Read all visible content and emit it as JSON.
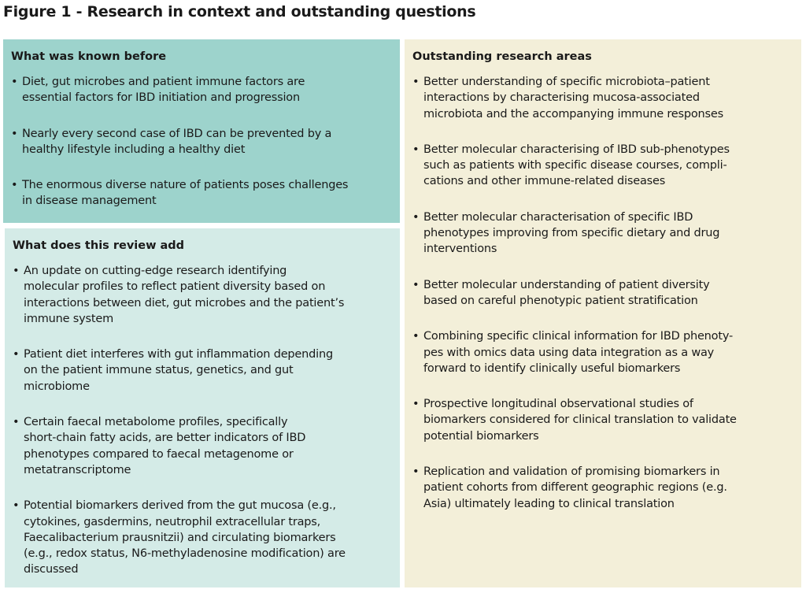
{
  "title": "Figure 1 - Research in context and outstanding questions",
  "known": {
    "heading": "What was known before",
    "items": [
      "Diet, gut microbes and patient immune factors are\nessential factors for IBD initiation and progression",
      "Nearly every second case of IBD can be prevented by a\nhealthy lifestyle including a healthy diet",
      "The enormous diverse nature of patients poses challenges\nin disease management"
    ]
  },
  "adds": {
    "heading": "What does this review add",
    "items": [
      "An update on cutting-edge research identifying\nmolecular profiles to reflect patient diversity based on\ninteractions between diet, gut microbes and the patient’s\nimmune system",
      "Patient diet interferes with gut inflammation depending\non the patient immune status, genetics, and gut\nmicrobiome",
      "Certain faecal metabolome profiles, specifically\nshort-chain fatty acids, are better indicators of IBD\nphenotypes compared to faecal metagenome or\nmetatranscriptome",
      "Potential biomarkers derived from the gut mucosa (e.g.,\ncytokines, gasdermins, neutrophil extracellular traps,\nFaecalibacterium prausnitzii) and circulating biomarkers\n(e.g., redox status, N6-methyladenosine modification) are\ndiscussed"
    ]
  },
  "outstanding": {
    "heading": "Outstanding research areas",
    "items": [
      "Better understanding of specific microbiota–patient\ninteractions by characterising mucosa-associated\nmicrobiota and the accompanying immune responses",
      "Better molecular characterising of IBD sub-phenotypes\nsuch as patients with specific disease courses, compli-\ncations and other immune-related diseases",
      "Better molecular characterisation of specific IBD\nphenotypes improving from specific dietary and drug\ninterventions",
      "Better molecular understanding of patient diversity\nbased on careful phenotypic patient stratification",
      "Combining specific clinical information for IBD phenoty-\npes with omics data using data integration as a way\nforward to identify clinically useful biomarkers",
      "Prospective longitudinal observational studies of\nbiomarkers considered for clinical translation to validate\npotential biomarkers",
      "Replication and validation of promising biomarkers in\npatient cohorts from different geographic regions (e.g.\nAsia) ultimately leading to clinical translation"
    ]
  },
  "colors": {
    "known_bg": "#9dd3cc",
    "adds_bg": "#d4ebe7",
    "outstanding_bg": "#f3efd9"
  }
}
